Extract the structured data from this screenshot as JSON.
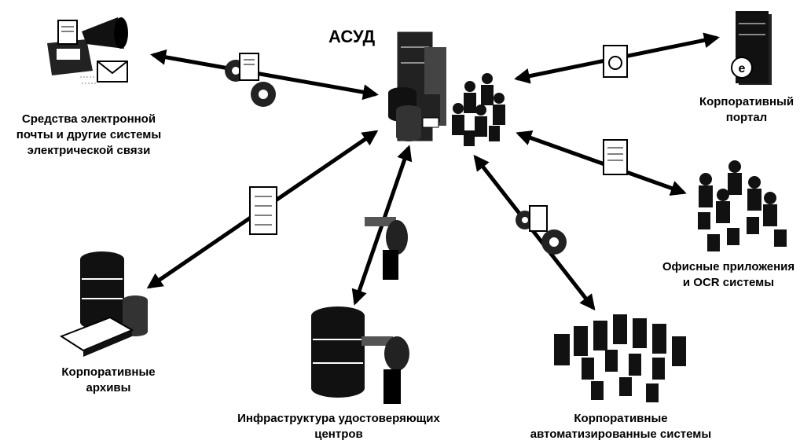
{
  "center": {
    "title": "АСУД"
  },
  "nodes": {
    "email": {
      "line1": "Средства электронной",
      "line2": "почты и другие системы",
      "line3": "электрической связи"
    },
    "portal": {
      "line1": "Корпоративный",
      "line2": "портал"
    },
    "office": {
      "line1": "Офисные приложения",
      "line2": "и OCR системы"
    },
    "archives": {
      "line1": "Корпоративные",
      "line2": "архивы"
    },
    "pki": {
      "line1": "Инфраструктура удостоверяющих",
      "line2": "центров"
    },
    "corp_systems": {
      "line1": "Корпоративные",
      "line2": "автоматизированные системы"
    }
  },
  "icons": {
    "center": "server-database-workgroup-icon",
    "email": "fax-mail-megaphone-icon",
    "portal": "web-server-icon",
    "office": "workgroup-users-icon",
    "archives": "database-storage-icon",
    "pki": "database-key-icon",
    "corp_systems": "network-cluster-icon",
    "connector_doc": "document-icon",
    "connector_gears": "gears-document-icon",
    "connector_key": "key-icon"
  },
  "colors": {
    "ink": "#000000",
    "background": "#ffffff",
    "shade": "#555555"
  }
}
